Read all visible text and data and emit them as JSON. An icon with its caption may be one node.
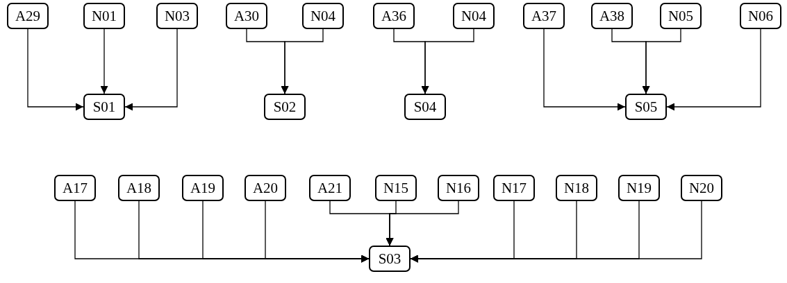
{
  "diagram": {
    "nodes": [
      {
        "text": [
          "A29"
        ]
      },
      {
        "text": [
          "N01"
        ]
      },
      {
        "text": [
          "N03"
        ]
      },
      {
        "text": [
          "A30"
        ]
      },
      {
        "text": [
          "N04"
        ]
      },
      {
        "text": [
          "A36"
        ]
      },
      {
        "text": [
          "N04"
        ]
      },
      {
        "text": [
          "A37"
        ]
      },
      {
        "text": [
          "A38"
        ]
      },
      {
        "text": [
          "N05"
        ]
      },
      {
        "text": [
          "N06"
        ]
      },
      {
        "text": [
          "S01"
        ]
      },
      {
        "text": [
          "S02"
        ]
      },
      {
        "text": [
          "S04"
        ]
      },
      {
        "text": [
          "S05"
        ]
      },
      {
        "text": [
          "A17"
        ]
      },
      {
        "text": [
          "A18"
        ]
      },
      {
        "text": [
          "A19"
        ]
      },
      {
        "text": [
          "A20"
        ]
      },
      {
        "text": [
          "A21"
        ]
      },
      {
        "text": [
          "N15"
        ]
      },
      {
        "text": [
          "N16"
        ]
      },
      {
        "text": [
          "N17"
        ]
      },
      {
        "text": [
          "N18"
        ]
      },
      {
        "text": [
          "N19"
        ]
      },
      {
        "text": [
          "N20"
        ]
      },
      {
        "text": [
          "S03"
        ]
      }
    ],
    "edges": [
      {
        "from": 0,
        "to": 11,
        "arrow": "to"
      },
      {
        "from": 1,
        "to": 11,
        "arrow": "to"
      },
      {
        "from": 2,
        "to": 11,
        "arrow": "to"
      },
      {
        "from": 3,
        "to": 12,
        "arrow": "to"
      },
      {
        "from": 4,
        "to": 12,
        "arrow": "to"
      },
      {
        "from": 5,
        "to": 13,
        "arrow": "to"
      },
      {
        "from": 6,
        "to": 13,
        "arrow": "to"
      },
      {
        "from": 7,
        "to": 14,
        "arrow": "to"
      },
      {
        "from": 8,
        "to": 14,
        "arrow": "to"
      },
      {
        "from": 9,
        "to": 14,
        "arrow": "to"
      },
      {
        "from": 10,
        "to": 14,
        "arrow": "to"
      },
      {
        "from": 15,
        "to": 26,
        "arrow": "to"
      },
      {
        "from": 16,
        "to": 26,
        "arrow": "to"
      },
      {
        "from": 17,
        "to": 26,
        "arrow": "to"
      },
      {
        "from": 18,
        "to": 26,
        "arrow": "to"
      },
      {
        "from": 19,
        "to": 26,
        "arrow": "to"
      },
      {
        "from": 20,
        "to": 26,
        "arrow": "to"
      },
      {
        "from": 21,
        "to": 26,
        "arrow": "to"
      },
      {
        "from": 22,
        "to": 26,
        "arrow": "to"
      },
      {
        "from": 23,
        "to": 26,
        "arrow": "to"
      },
      {
        "from": 24,
        "to": 26,
        "arrow": "to"
      },
      {
        "from": 25,
        "to": 26,
        "arrow": "to"
      }
    ]
  }
}
